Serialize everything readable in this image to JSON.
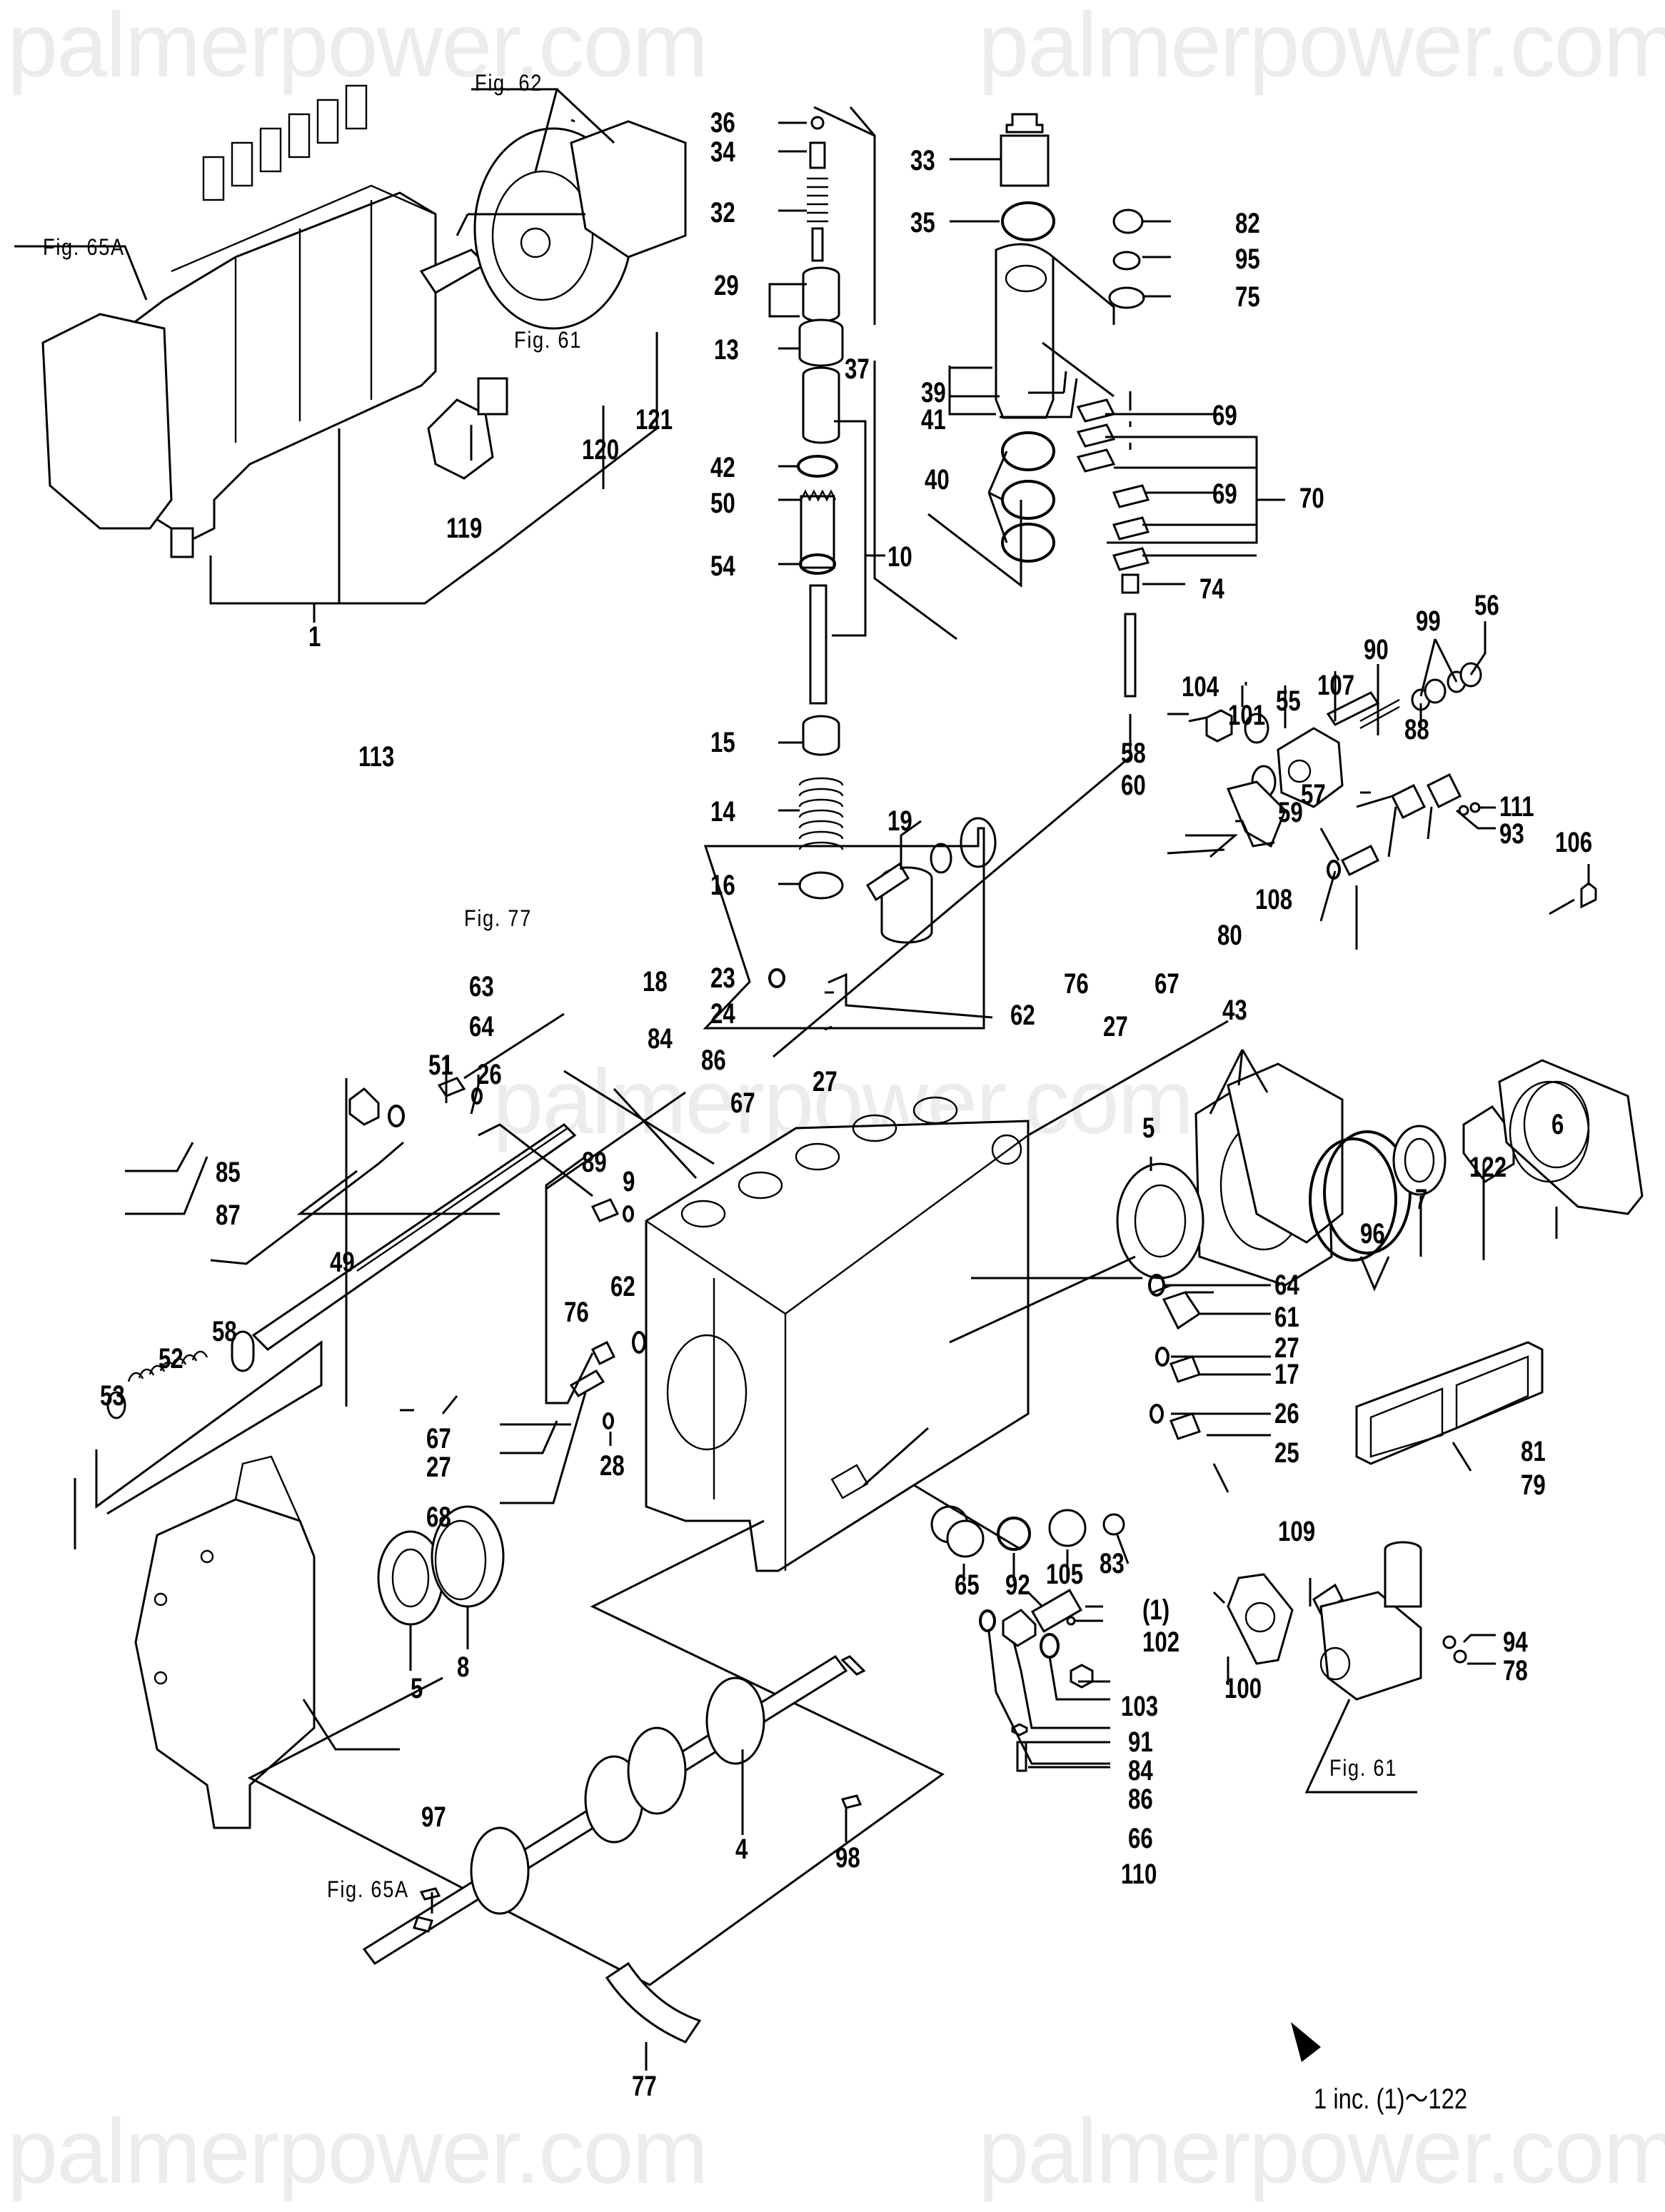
{
  "diagram": {
    "type": "exploded-parts-diagram",
    "subject": "Fuel injection pump assembly",
    "watermark": "palmerpower.com",
    "figure_refs": {
      "fig62": "Fig. 62",
      "fig65a_top": "Fig. 65A",
      "fig61_top": "Fig. 61",
      "fig77": "Fig. 77",
      "fig65a_bottom": "Fig. 65A",
      "fig61_bottom": "Fig. 61"
    },
    "note": "1 inc. (1)～122",
    "callouts": {
      "c1": "1",
      "c119": "119",
      "c120": "120",
      "c121": "121",
      "c36": "36",
      "c34": "34",
      "c32": "32",
      "c29": "29",
      "c13": "13",
      "c42": "42",
      "c50": "50",
      "c54": "54",
      "c10": "10",
      "c15": "15",
      "c14": "14",
      "c16": "16",
      "c19": "19",
      "c18": "18",
      "c23": "23",
      "c24": "24",
      "c33": "33",
      "c35": "35",
      "c37": "37",
      "c39": "39",
      "c41": "41",
      "c40": "40",
      "c82": "82",
      "c95": "95",
      "c75": "75",
      "c69a": "69",
      "c69b": "69",
      "c70": "70",
      "c74": "74",
      "c104": "104",
      "c101": "101",
      "c55": "55",
      "c107": "107",
      "c90": "90",
      "c99": "99",
      "c56": "56",
      "c88": "88",
      "c58a": "58",
      "c60": "60",
      "c59": "59",
      "c57": "57",
      "c111": "111",
      "c93": "93",
      "c80": "80",
      "c108": "108",
      "c106": "106",
      "c113": "113",
      "c63": "63",
      "c64a": "64",
      "c84a": "84",
      "c86a": "86",
      "c67a": "67",
      "c27a": "27",
      "c62a": "62",
      "c76a": "76",
      "c27b": "27",
      "c67b": "67",
      "c43": "43",
      "c5a": "5",
      "c96": "96",
      "c7": "7",
      "c122": "122",
      "c6": "6",
      "c51": "51",
      "c26a": "26",
      "c85": "85",
      "c87": "87",
      "c89": "89",
      "c9": "9",
      "c49": "49",
      "c58b": "58",
      "c52": "52",
      "c53": "53",
      "c76b": "76",
      "c62b": "62",
      "c67c": "67",
      "c27c": "27",
      "c28": "28",
      "c68": "68",
      "c64b": "64",
      "c61": "61",
      "c27d": "27",
      "c17": "17",
      "c26b": "26",
      "c25": "25",
      "c81": "81",
      "c79": "79",
      "c65": "65",
      "c92": "92",
      "c105": "105",
      "c83": "83",
      "cp1": "(1)",
      "c102": "102",
      "c109": "109",
      "c100": "100",
      "c94": "94",
      "c78": "78",
      "c103": "103",
      "c91": "91",
      "c84b": "84",
      "c86b": "86",
      "c66": "66",
      "c110": "110",
      "c5b": "5",
      "c8": "8",
      "c98": "98",
      "c97": "97",
      "c4": "4",
      "c77": "77"
    }
  }
}
